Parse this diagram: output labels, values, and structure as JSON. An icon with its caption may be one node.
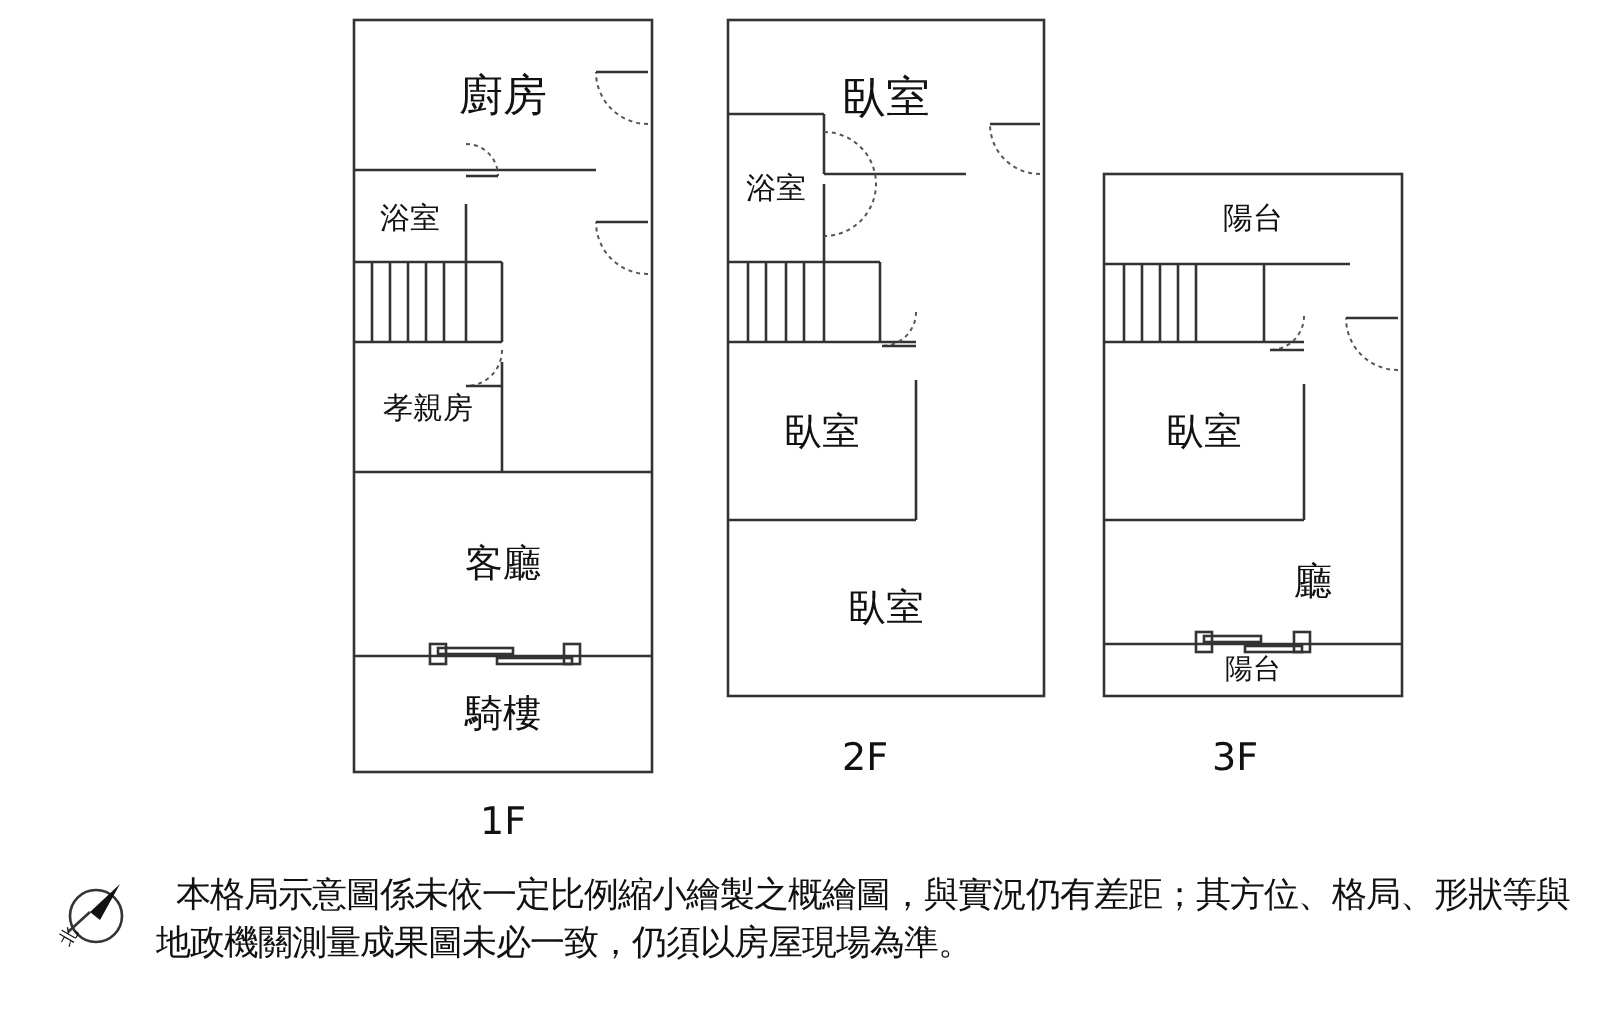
{
  "diagram": {
    "nodes": [
      {
        "text": [
          "廚房"
        ]
      },
      {
        "text": [
          "浴室"
        ]
      },
      {
        "text": [
          "孝親房"
        ]
      },
      {
        "text": [
          "客廳"
        ]
      },
      {
        "text": [
          "騎樓"
        ]
      },
      {
        "text": [
          "臥室"
        ]
      },
      {
        "text": [
          "浴室"
        ]
      },
      {
        "text": [
          "臥室"
        ]
      },
      {
        "text": [
          "臥室"
        ]
      },
      {
        "text": [
          "陽台"
        ]
      },
      {
        "text": [
          "臥室"
        ]
      },
      {
        "text": [
          "廳"
        ]
      },
      {
        "text": [
          "陽台"
        ]
      }
    ],
    "labels": [
      "1F",
      "2F",
      "3F",
      "北",
      "本格局示意圖係未依一定比例縮小繪製之概繪圖，與實況仍有差距；其方位、格局、形狀等與地政機關測量成果圖未必一致，仍須以房屋現場為準。"
    ]
  }
}
